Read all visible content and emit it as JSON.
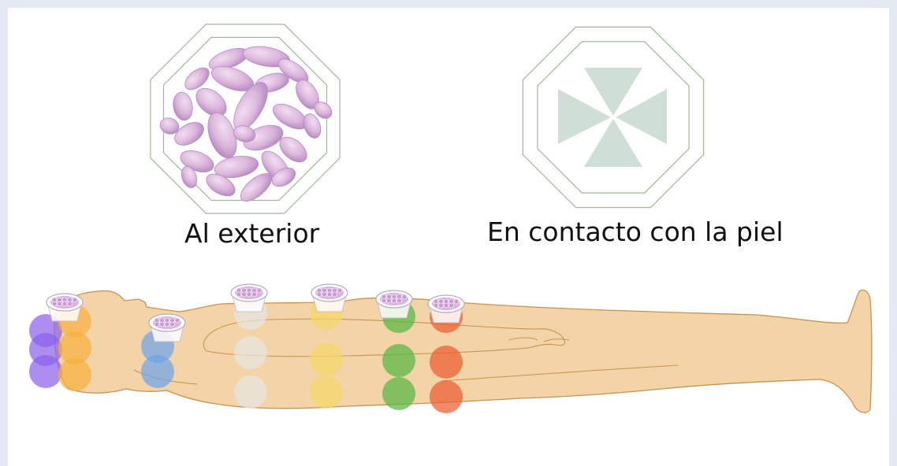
{
  "captions": {
    "outside": "Al exterior",
    "skin_contact": "En contacto con la piel"
  },
  "colors": {
    "background": "#e3e8f3",
    "canvas": "#ffffff",
    "body_fill": "#f3d3a8",
    "body_outline": "#c8924e",
    "crystal_fill": "#dcb6dc",
    "crystal_edge": "#b58cc4",
    "octagon_line": "#9fb89a",
    "pattern_fill": "#cfded6",
    "violet": "#8a63ea",
    "orange": "#f5b23e",
    "blue": "#6fa3ea",
    "white": "#e8e6e2",
    "yellow": "#f7d76a",
    "green": "#56b842",
    "red": "#ec5d2f"
  },
  "icons": {
    "outside": "crystal-cluster-octagon-icon",
    "skin_contact": "four-triangle-octagon-icon",
    "body": "lying-person-figure",
    "cup": "crystal-cup-icon"
  },
  "chakra_columns": [
    {
      "color": "violet",
      "count": 3
    },
    {
      "color": "orange",
      "count": 3,
      "cup": true
    },
    {
      "color": "blue",
      "count": 2,
      "cup": true
    },
    {
      "color": "white",
      "count": 3,
      "cup": true
    },
    {
      "color": "yellow",
      "count": 3,
      "cup": true
    },
    {
      "color": "green",
      "count": 3,
      "cup": true
    },
    {
      "color": "red",
      "count": 3,
      "cup": true
    }
  ]
}
